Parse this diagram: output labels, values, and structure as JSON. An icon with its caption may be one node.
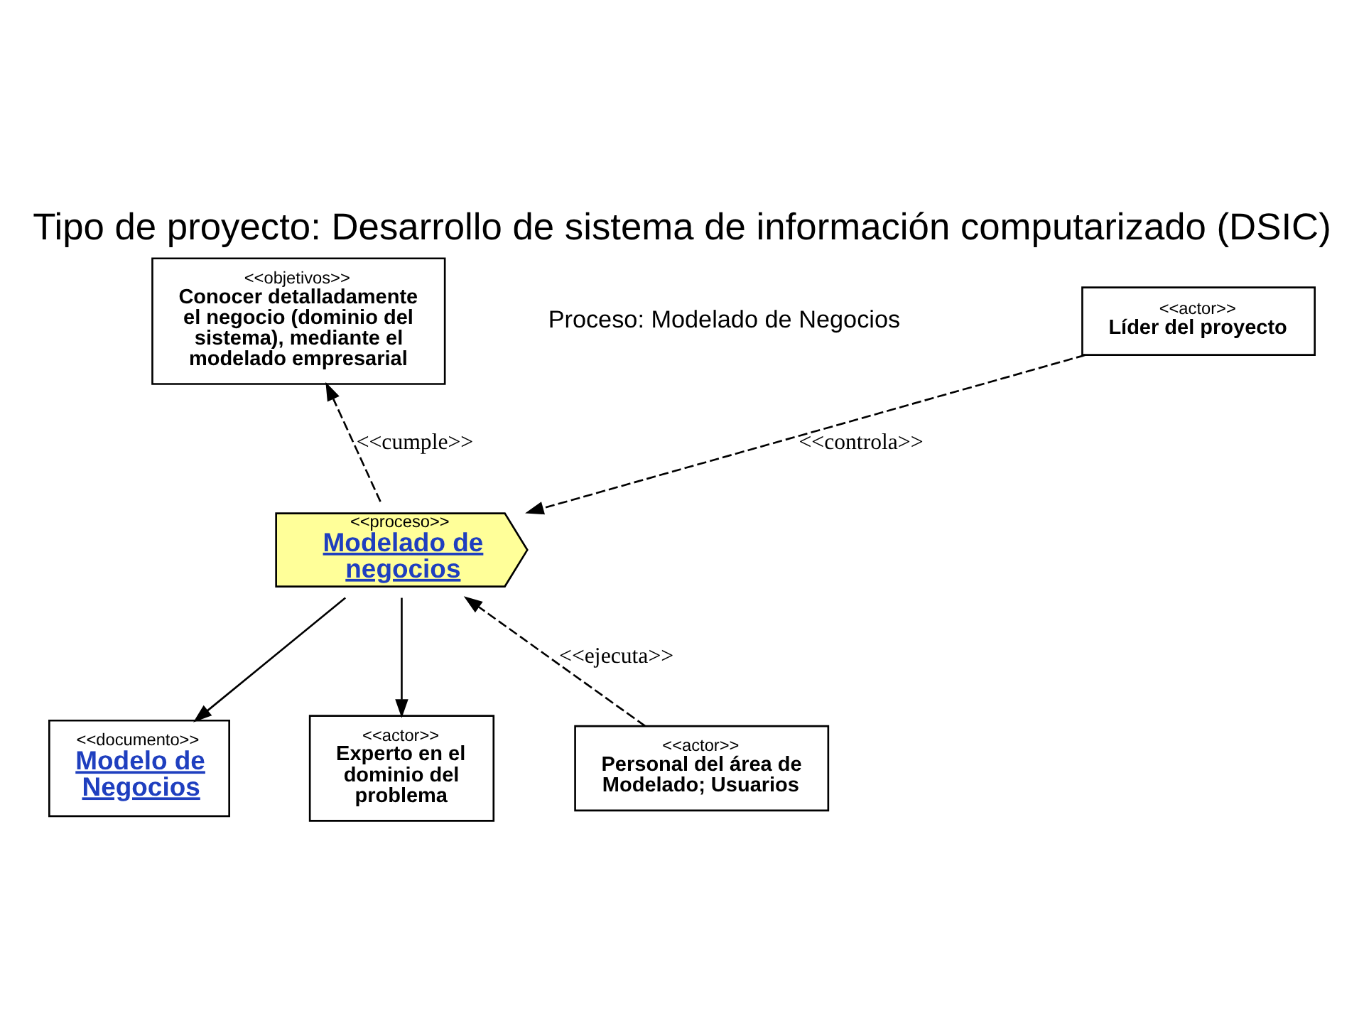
{
  "diagram": {
    "title": "Tipo de proyecto: Desarrollo de sistema de información computarizado (DSIC)",
    "nodes": [
      {
        "text": [
          "<<actor>>",
          "Líder del proyecto"
        ]
      },
      {
        "text": [
          "<<objetivos>>",
          "Conocer detalladamente el negocio (dominio del sistema), mediante el modelado empresarial"
        ]
      },
      {
        "text": [
          "<<proceso>>",
          "Modelado de negocios"
        ]
      },
      {
        "text": [
          "<<documento>>",
          "Modelo de Negocios"
        ]
      },
      {
        "text": [
          "<<actor>>",
          "Experto en el dominio del problema"
        ]
      },
      {
        "text": [
          "<<actor>>",
          "Personal del área de Modelado; Usuarios"
        ]
      }
    ],
    "edges": [
      {
        "from": 0,
        "to": 2,
        "arrow": "to",
        "style": "dashed",
        "label": "<<controla>>"
      },
      {
        "from": 2,
        "to": 1,
        "arrow": "to",
        "style": "dashed",
        "label": "<<cumple>>"
      },
      {
        "from": 2,
        "to": 3,
        "arrow": "to"
      },
      {
        "from": 2,
        "to": 4,
        "arrow": "to"
      },
      {
        "from": 5,
        "to": 2,
        "arrow": "to",
        "style": "dashed",
        "label": "<<ejecuta>>"
      }
    ],
    "labels": [
      "Proceso: Modelado de Negocios"
    ]
  }
}
